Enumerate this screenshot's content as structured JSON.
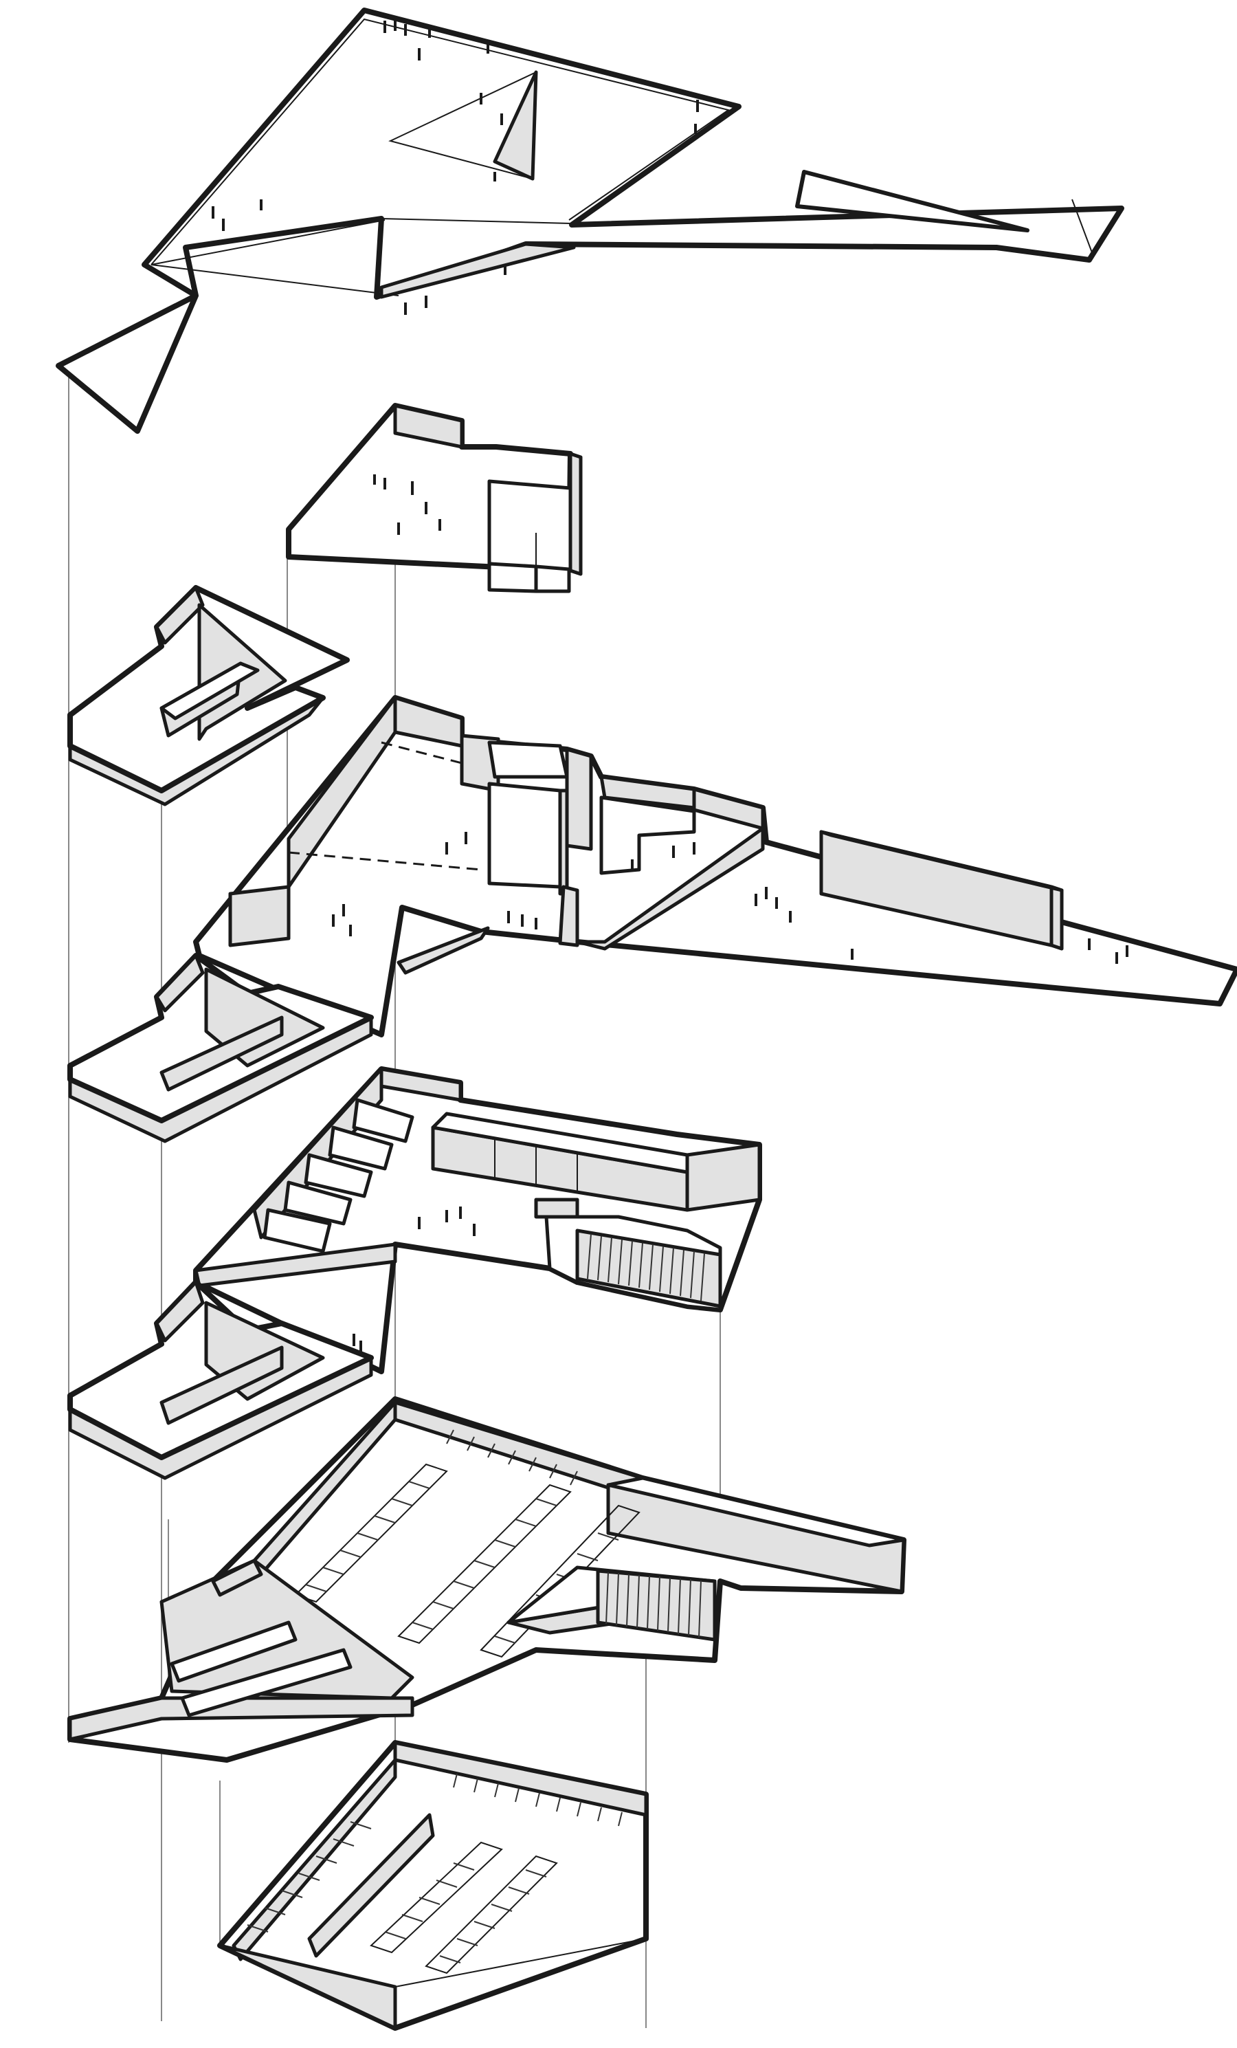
{
  "colors": {
    "ink": "#1a1a1a",
    "shade": "#e2e2e2",
    "paper": "#ffffff",
    "guide": "#6b6b6b"
  },
  "layers": [
    {
      "id": "roof"
    },
    {
      "id": "upper-box"
    },
    {
      "id": "tower-upper"
    },
    {
      "id": "plaza-level"
    },
    {
      "id": "gallery-level"
    },
    {
      "id": "parking-upper"
    },
    {
      "id": "parking-lower"
    }
  ]
}
